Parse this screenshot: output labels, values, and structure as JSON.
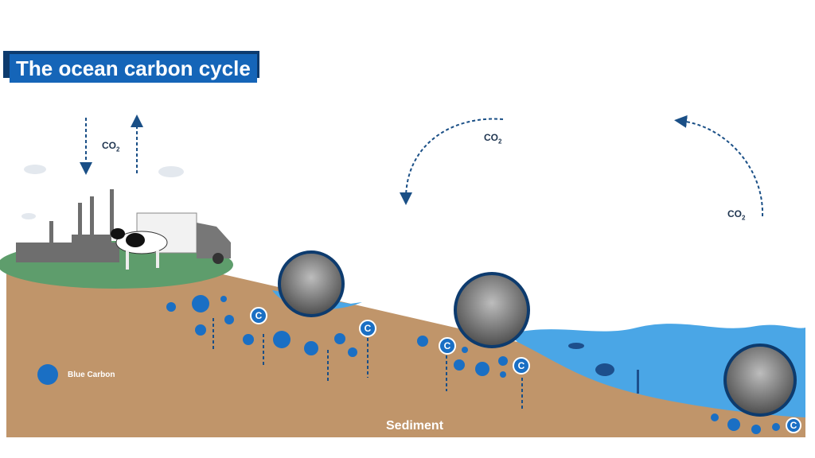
{
  "title": "The ocean carbon cycle",
  "co2_labels": {
    "main": "CO",
    "sub": "2"
  },
  "legend": {
    "label": "Blue Carbon"
  },
  "sediment_label": "Sediment",
  "carbon_symbol": "C",
  "colors": {
    "title_bg": "#1565b8",
    "sediment": "#c0956a",
    "water": "#4aa6e6",
    "carbon": "#1a6fc4",
    "grass": "#5e9d6c"
  }
}
